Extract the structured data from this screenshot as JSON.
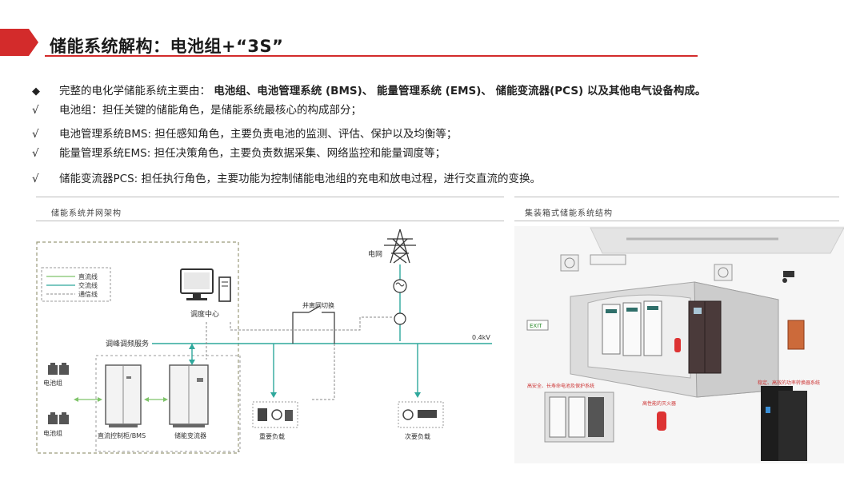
{
  "header": {
    "title": "储能系统解构：电池组+“3S”"
  },
  "bullets": {
    "main_prefix": "完整的电化学储能系统主要由：",
    "main_items": "电池组、电池管理系统 (BMS)、  能量管理系统 (EMS)、  储能变流器(PCS)  以及其他电气设备构成。",
    "check": "√",
    "line1": "电池组：担任关键的储能角色，是储能系统最核心的构成部分；",
    "line2": "电池管理系统BMS:  担任感知角色，主要负责电池的监测、评估、保护以及均衡等；",
    "line3": "能量管理系统EMS:  担任决策角色，主要负责数据采集、网络监控和能量调度等；",
    "line4": "储能变流器PCS:  担任执行角色，主要功能为控制储能电池组的充电和放电过程，进行交直流的变换。"
  },
  "left_panel": {
    "title": "储能系统并网架构",
    "legend": [
      "直流线",
      "交流线",
      "通信线"
    ],
    "grid_label": "电网",
    "dispatch_center": "调度中心",
    "switch_label": "并离网切换",
    "service_label": "调峰调频服务",
    "voltage_label": "0.4kV",
    "battery_label": "电池组",
    "dc_cabinet": "直流控制柜/BMS",
    "pcs": "储能变流器",
    "important_load": "重要负载",
    "secondary_load": "次要负载"
  },
  "right_panel": {
    "title": "集装箱式储能系统结构",
    "exit_sign": "EXIT",
    "callouts": [
      "高安全、长寿命电池及保护系统",
      "高性能的灭火器",
      "稳定、高效的功率转换器系统"
    ]
  },
  "colors": {
    "accent": "#d32b2b",
    "ac_line": "#2fa89c",
    "dc_line": "#7fc46a",
    "comm_line": "#888888"
  }
}
